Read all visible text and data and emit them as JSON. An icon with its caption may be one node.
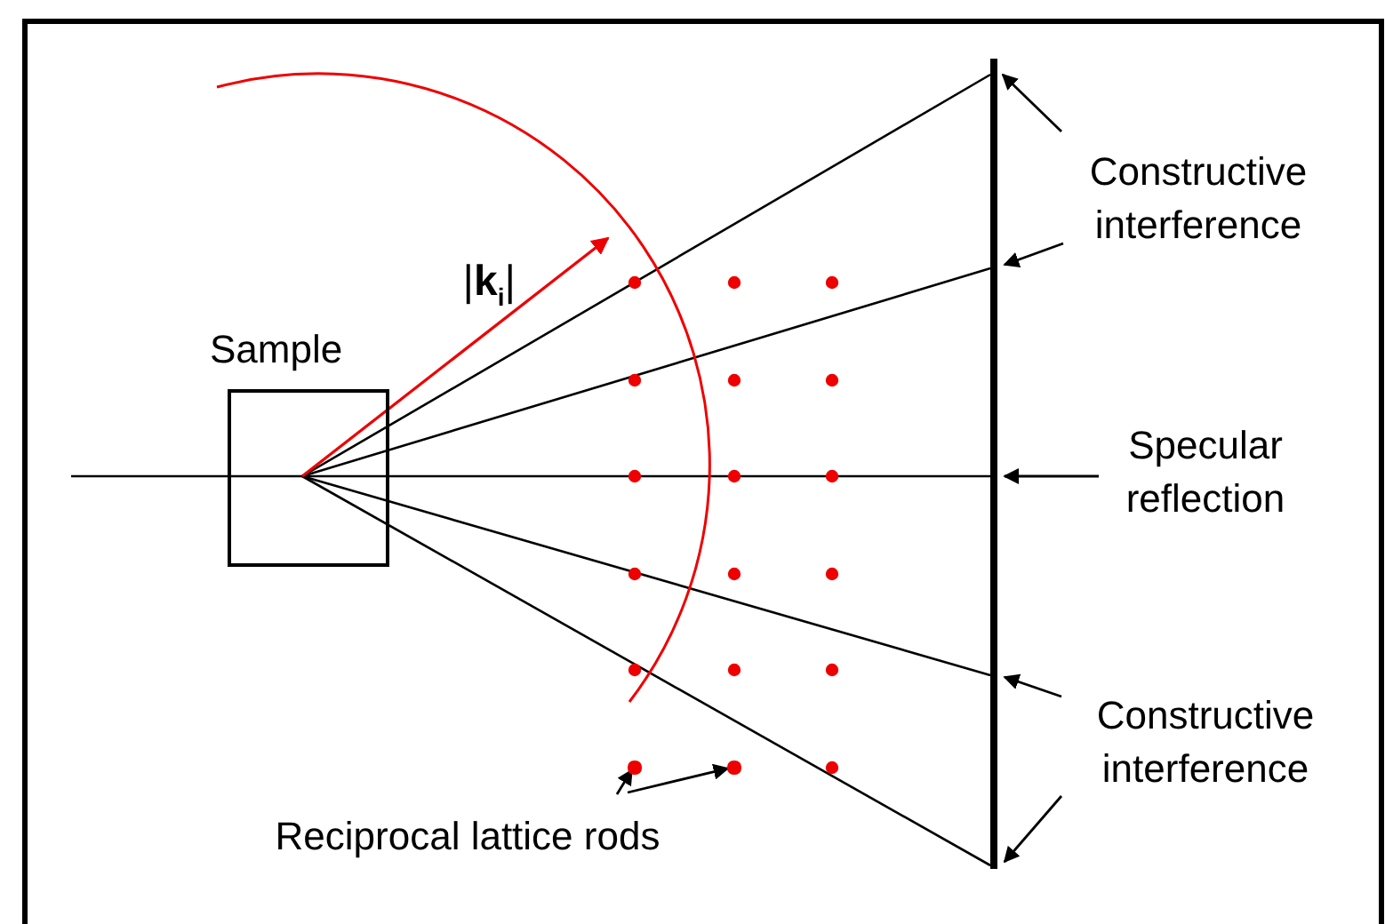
{
  "diagram": {
    "nodes": [
      {
        "text": [
          "Sample"
        ]
      },
      {
        "text": [],
        "shape": "bar"
      },
      {
        "text": [
          "Constructive interference"
        ]
      },
      {
        "text": [
          "Specular reflection"
        ]
      },
      {
        "text": [
          "Constructive interference"
        ]
      },
      {
        "text": [
          "Reciprocal lattice rods"
        ]
      },
      {
        "text": [],
        "shape": "circle"
      },
      {
        "text": [],
        "shape": "circle"
      }
    ],
    "edges": [
      {
        "from": 2,
        "to": 1,
        "arrow": "to"
      },
      {
        "from": 2,
        "to": 1,
        "arrow": "to"
      },
      {
        "from": 3,
        "to": 1,
        "arrow": "to"
      },
      {
        "from": 4,
        "to": 1,
        "arrow": "to"
      },
      {
        "from": 4,
        "to": 1,
        "arrow": "to"
      },
      {
        "from": 5,
        "to": 6,
        "arrow": "to"
      },
      {
        "from": 5,
        "to": 7,
        "arrow": "to"
      }
    ],
    "labels": [
      "|**k**$_{i}$|"
    ]
  }
}
